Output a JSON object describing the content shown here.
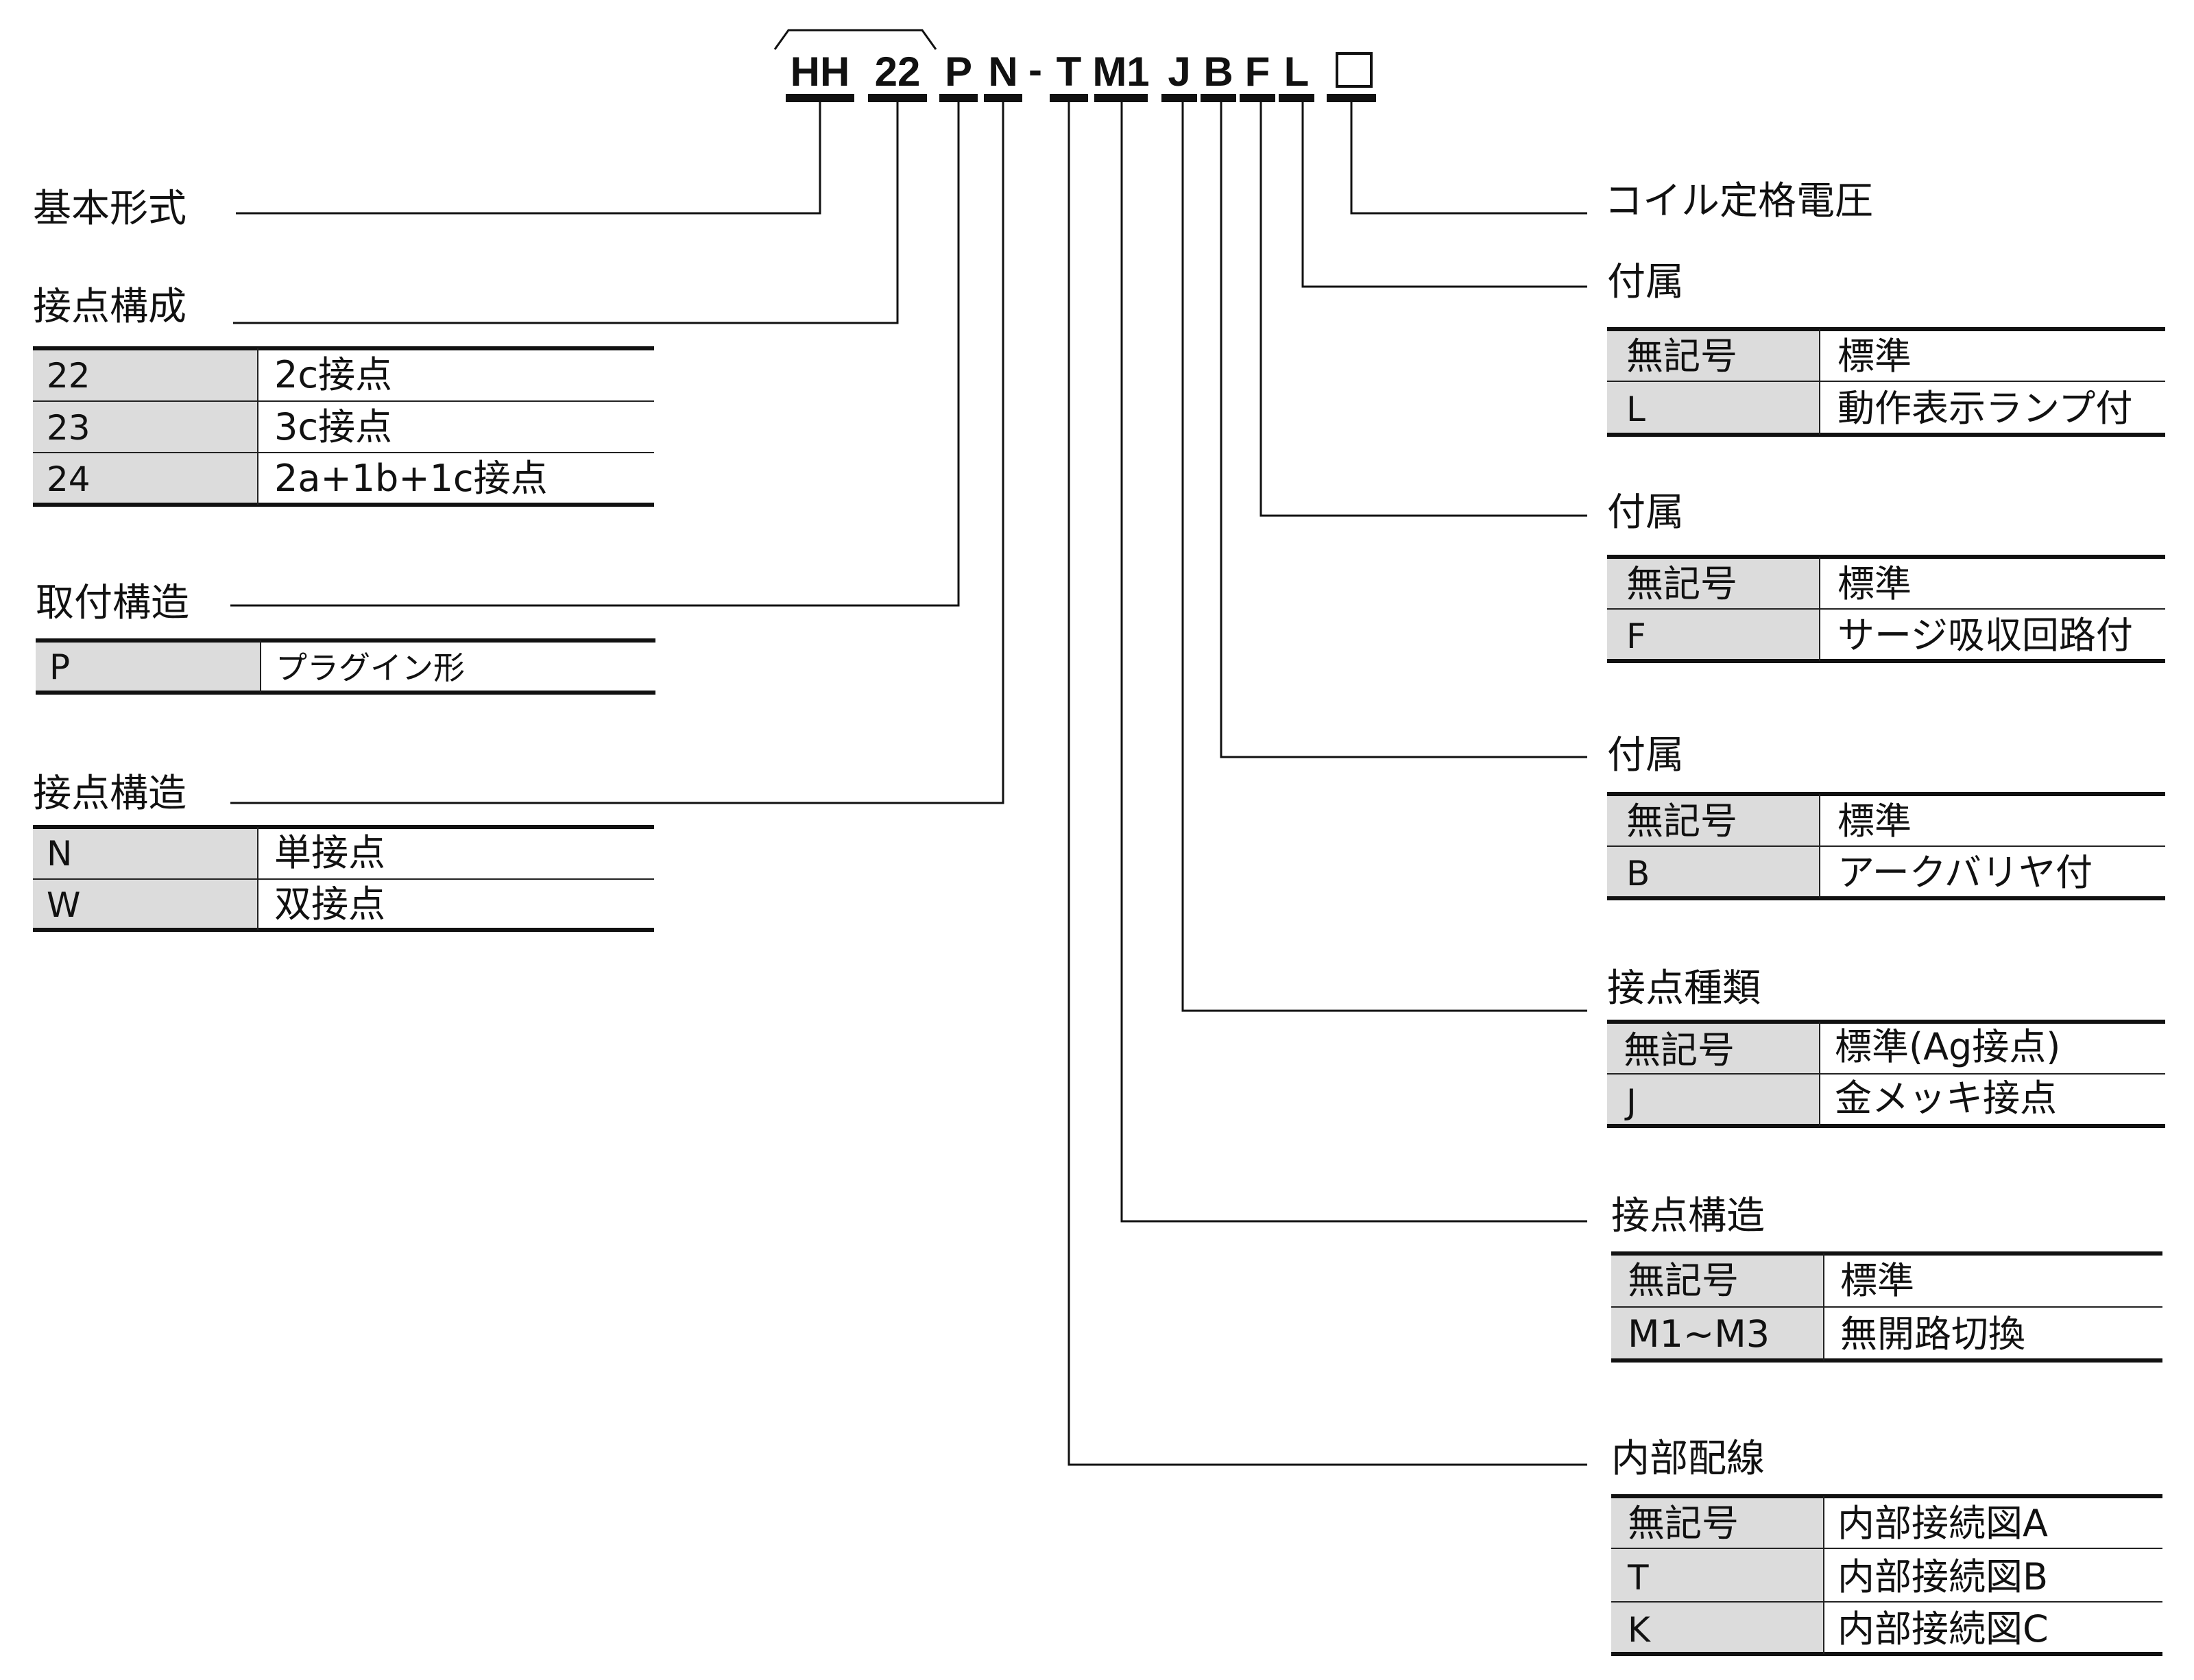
{
  "model": {
    "parts": [
      "HH",
      "22",
      "P",
      "N",
      "-",
      "T",
      "M1",
      "J",
      "B",
      "F",
      "L",
      "□"
    ]
  },
  "left_groups": [
    {
      "heading": "基本形式",
      "rows": []
    },
    {
      "heading": "接点構成",
      "rows": [
        {
          "code": "22",
          "desc": "2c接点"
        },
        {
          "code": "23",
          "desc": "3c接点"
        },
        {
          "code": "24",
          "desc": "2a+1b+1c接点"
        }
      ]
    },
    {
      "heading": "取付構造",
      "rows": [
        {
          "code": "P",
          "desc": "プラグイン形"
        }
      ]
    },
    {
      "heading": "接点構造",
      "rows": [
        {
          "code": "N",
          "desc": "単接点"
        },
        {
          "code": "W",
          "desc": "双接点"
        }
      ]
    }
  ],
  "right_groups": [
    {
      "heading": "コイル定格電圧",
      "rows": []
    },
    {
      "heading": "付属",
      "rows": [
        {
          "code": "無記号",
          "desc": "標準"
        },
        {
          "code": "L",
          "desc": "動作表示ランプ付"
        }
      ]
    },
    {
      "heading": "付属",
      "rows": [
        {
          "code": "無記号",
          "desc": "標準"
        },
        {
          "code": "F",
          "desc": "サージ吸収回路付"
        }
      ]
    },
    {
      "heading": "付属",
      "rows": [
        {
          "code": "無記号",
          "desc": "標準"
        },
        {
          "code": "B",
          "desc": "アークバリヤ付"
        }
      ]
    },
    {
      "heading": "接点種類",
      "rows": [
        {
          "code": "無記号",
          "desc": "標準(Ag接点)"
        },
        {
          "code": "J",
          "desc": "金メッキ接点"
        }
      ]
    },
    {
      "heading": "接点構造",
      "rows": [
        {
          "code": "無記号",
          "desc": "標準"
        },
        {
          "code": "M1~M3",
          "desc": "無開路切換"
        }
      ]
    },
    {
      "heading": "内部配線",
      "rows": [
        {
          "code": "無記号",
          "desc": "内部接続図A"
        },
        {
          "code": "T",
          "desc": "内部接続図B"
        },
        {
          "code": "K",
          "desc": "内部接続図C"
        }
      ]
    }
  ]
}
